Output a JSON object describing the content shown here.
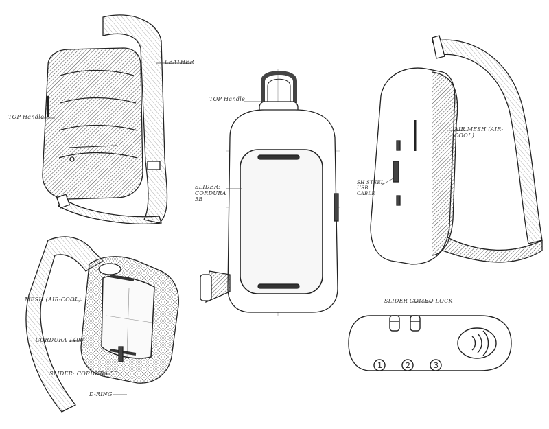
{
  "labels": {
    "leather": "LEATHER",
    "top_handle_left": "TOP Handle",
    "top_handle_center": "TOP Handle",
    "slider_cordura": "SLIDER: CORDURA 5B",
    "air_mesh": "AIR MESH (AIR-COOL)",
    "steel_lock": "SH STEEL USB CABLE",
    "slider_lock": "SLIDER COMBO LOCK",
    "mesh_air_cool": "MESH (AIR-COOL)",
    "cordura_strap": "CORDURA 1400",
    "slider_cordura_bottom": "SLIDER: CORDURA 5B",
    "d_ring": "D-RING"
  },
  "lock_digits": [
    "1",
    "2",
    "3"
  ],
  "colors": {
    "ink": "#222222",
    "hatch": "#6a6a6a",
    "light": "#bdbdbd",
    "paper": "#ffffff"
  }
}
